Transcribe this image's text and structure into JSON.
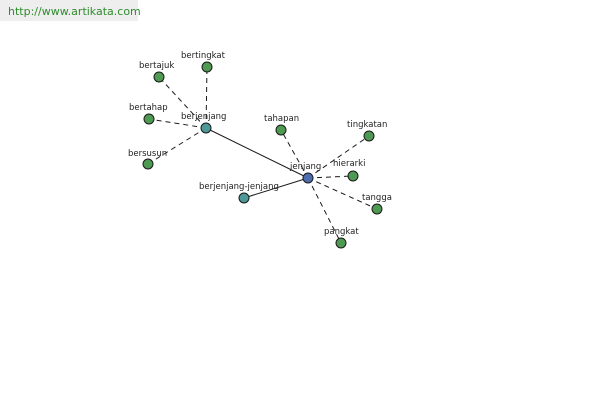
{
  "source_url": "http://www.artikata.com",
  "colors": {
    "synonym_node": "#4e9a52",
    "root_node": "#4d6db0",
    "derived_node": "#4f9898",
    "edge": "#1a1a1a"
  },
  "graph": {
    "nodes": [
      {
        "id": "jenjang",
        "label": "jenjang",
        "kind": "root"
      },
      {
        "id": "berjenjang",
        "label": "berjenjang",
        "kind": "derived"
      },
      {
        "id": "berjenjang-jenjang",
        "label": "berjenjang-jenjang",
        "kind": "derived"
      },
      {
        "id": "bertingkat",
        "label": "bertingkat",
        "kind": "synonym"
      },
      {
        "id": "bertajuk",
        "label": "bertajuk",
        "kind": "synonym"
      },
      {
        "id": "bertahap",
        "label": "bertahap",
        "kind": "synonym"
      },
      {
        "id": "bersusun",
        "label": "bersusun",
        "kind": "synonym"
      },
      {
        "id": "tahapan",
        "label": "tahapan",
        "kind": "synonym"
      },
      {
        "id": "tingkatan",
        "label": "tingkatan",
        "kind": "synonym"
      },
      {
        "id": "hierarki",
        "label": "hierarki",
        "kind": "synonym"
      },
      {
        "id": "tangga",
        "label": "tangga",
        "kind": "synonym"
      },
      {
        "id": "pangkat",
        "label": "pangkat",
        "kind": "synonym"
      }
    ],
    "edges": [
      {
        "from": "jenjang",
        "to": "berjenjang",
        "style": "solid"
      },
      {
        "from": "jenjang",
        "to": "berjenjang-jenjang",
        "style": "solid"
      },
      {
        "from": "berjenjang",
        "to": "bertingkat",
        "style": "dashed"
      },
      {
        "from": "berjenjang",
        "to": "bertajuk",
        "style": "dashed"
      },
      {
        "from": "berjenjang",
        "to": "bertahap",
        "style": "dashed"
      },
      {
        "from": "berjenjang",
        "to": "bersusun",
        "style": "dashed"
      },
      {
        "from": "jenjang",
        "to": "tahapan",
        "style": "dashed"
      },
      {
        "from": "jenjang",
        "to": "tingkatan",
        "style": "dashed"
      },
      {
        "from": "jenjang",
        "to": "hierarki",
        "style": "dashed"
      },
      {
        "from": "jenjang",
        "to": "tangga",
        "style": "dashed"
      },
      {
        "from": "jenjang",
        "to": "pangkat",
        "style": "dashed"
      }
    ]
  }
}
